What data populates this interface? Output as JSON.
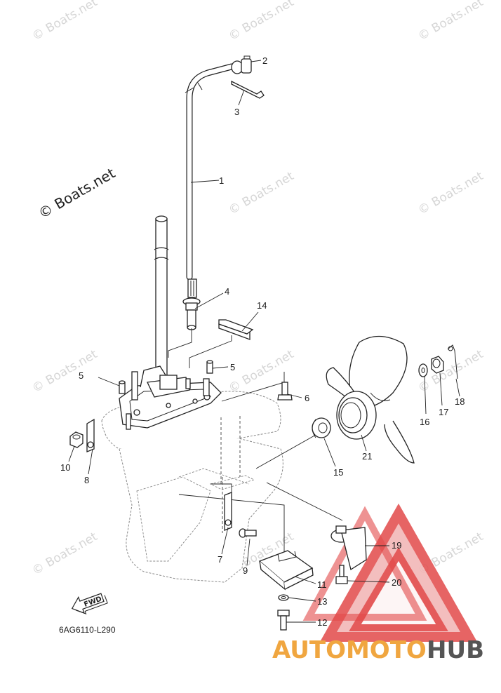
{
  "diagram": {
    "watermark_main": "© Boats.net",
    "watermark_tile": "© Boats.net",
    "drawing_code": "6AG6110-L290",
    "fwd_label": "FWD",
    "callouts": [
      "1",
      "2",
      "3",
      "4",
      "5",
      "5",
      "6",
      "7",
      "8",
      "9",
      "10",
      "11",
      "12",
      "13",
      "14",
      "15",
      "16",
      "17",
      "18",
      "19",
      "20",
      "21"
    ]
  },
  "logo": {
    "part1": "AUTOMOTO",
    "part2": "HUB",
    "colors": {
      "orange": "#f0a640",
      "gray": "#555555",
      "triangle_red": "#e24a4a",
      "triangle_fill": "#f2b3b3"
    }
  }
}
